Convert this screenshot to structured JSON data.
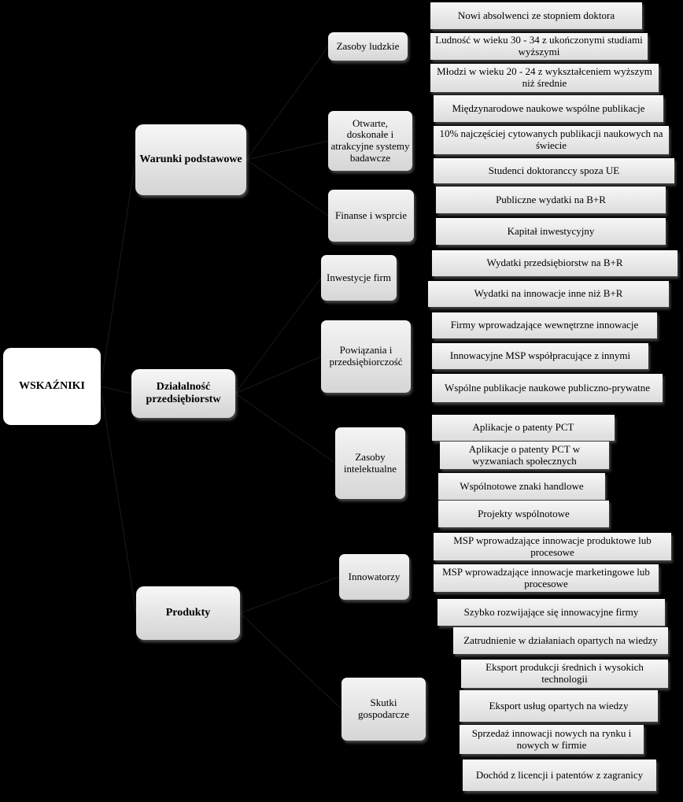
{
  "root": "WSKAŹNIKI",
  "categories": [
    {
      "label": "Warunki podstawowe",
      "groups": [
        {
          "label": "Zasoby ludzkie",
          "items": [
            "Nowi absolwenci ze stopniem doktora",
            "Ludność w wieku 30 - 34 z ukończonymi studiami wyższymi",
            "Młodzi w wieku 20 - 24 z wykształceniem wyższym niż średnie"
          ]
        },
        {
          "label": "Otwarte, doskonałe i atrakcyjne systemy badawcze",
          "items": [
            "Międzynarodowe naukowe wspólne publikacje",
            "10% najczęściej cytowanych publikacji naukowych na świecie",
            "Studenci doktoranccy spoza UE"
          ]
        },
        {
          "label": "Finanse i wsprcie",
          "items": [
            "Publiczne wydatki na B+R",
            "Kapitał inwestycyjny"
          ]
        }
      ]
    },
    {
      "label": "Działalność przedsiębiorstw",
      "groups": [
        {
          "label": "Inwestycje firm",
          "items": [
            "Wydatki przedsiębiorstw na B+R",
            "Wydatki na innowacje inne niż B+R"
          ]
        },
        {
          "label": "Powiązania i przedsiębiorczość",
          "items": [
            "Firmy wprowadzające wewnętrzne innowacje",
            "Innowacyjne MSP współpracujące z innymi",
            "Wspólne publikacje naukowe publiczno-prywatne"
          ]
        },
        {
          "label": "Zasoby intelektualne",
          "items": [
            "Aplikacje o patenty PCT",
            "Aplikacje o patenty PCT w wyzwaniach społecznych",
            "Wspólnotowe znaki handlowe",
            "Projekty wspólnotowe"
          ]
        }
      ]
    },
    {
      "label": "Produkty",
      "groups": [
        {
          "label": "Innowatorzy",
          "items": [
            "MSP wprowadzające innowacje produktowe lub procesowe",
            "MSP wprowadzające innowacje marketingowe lub procesowe",
            "Szybko rozwijające się innowacyjne firmy"
          ]
        },
        {
          "label": "Skutki gospodarcze",
          "items": [
            "Zatrudnienie w działaniach opartych na wiedzy",
            "Eksport produkcji średnich i wysokich technologii",
            "Eksport usług opartych na wiedzy",
            "Sprzedaż innowacji nowych na rynku i nowych w firmie",
            "Dochód z licencji i patentów z zagranicy"
          ]
        }
      ]
    }
  ]
}
